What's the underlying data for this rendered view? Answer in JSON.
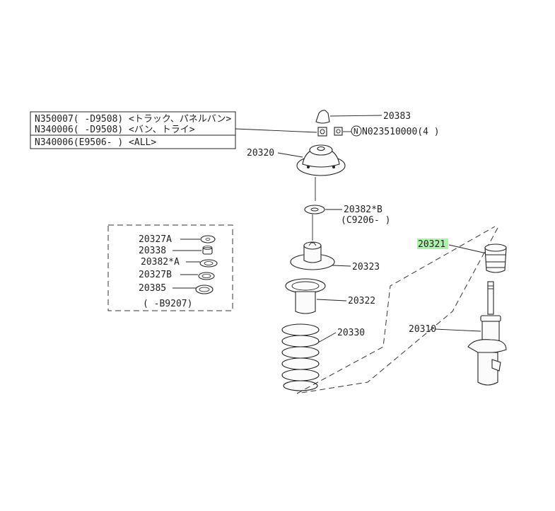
{
  "table": {
    "rows": [
      "N350007( -D9508) <トラック、パネルバン>",
      "N340006( -D9508) <バン、トライ>",
      "N340006(E9506- ) <ALL>"
    ]
  },
  "labels": {
    "p20383": "20383",
    "p_nut": "N023510000(4 )",
    "p20320": "20320",
    "p20382b": "20382*B",
    "p20382b_note": "(C9206- )",
    "p20321": "20321",
    "p20323": "20323",
    "p20322": "20322",
    "p20330": "20330",
    "p20310": "20310",
    "p20327a": "20327A",
    "p20338": "20338",
    "p20382a": "20382*A",
    "p20327b": "20327B",
    "p20385": "20385",
    "kit_note": "( -B9207)"
  },
  "colors": {
    "highlight": "#8ef08a",
    "ink": "#222222"
  }
}
